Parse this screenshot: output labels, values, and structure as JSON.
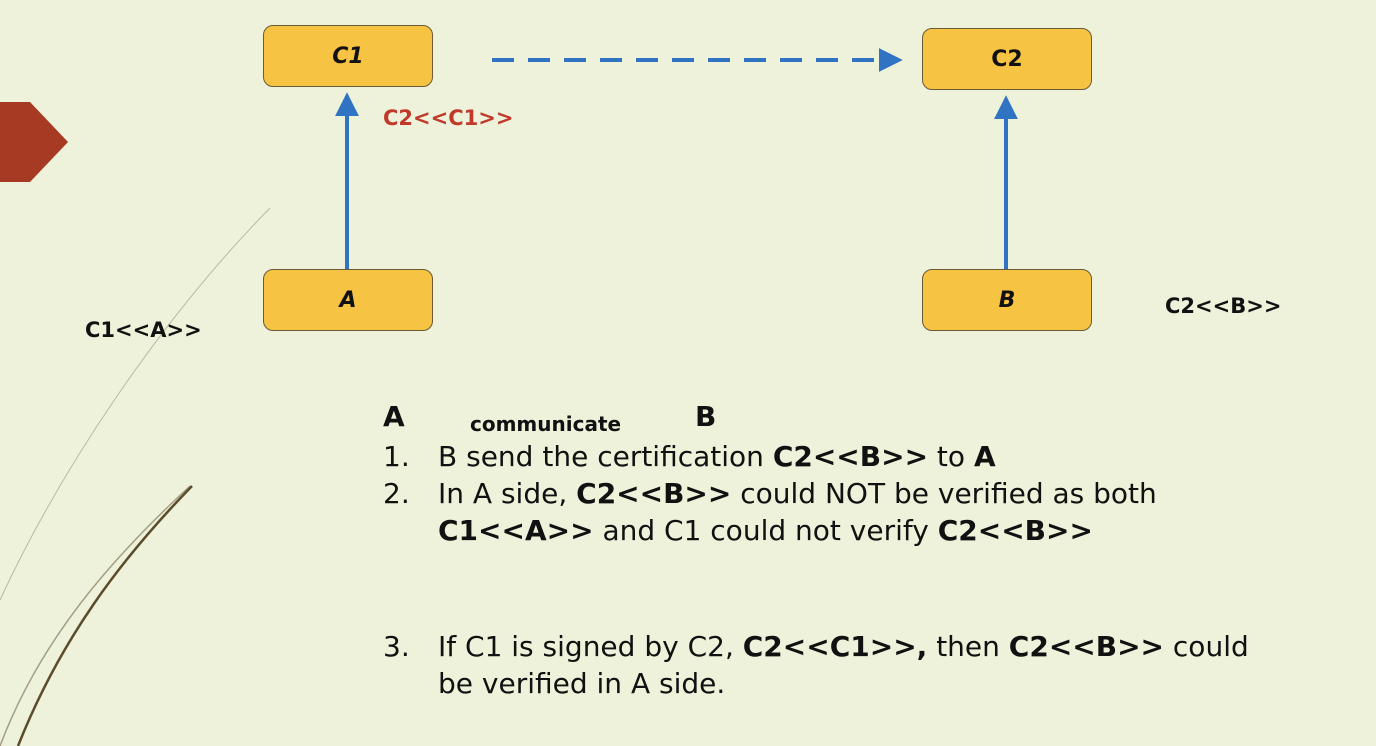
{
  "colors": {
    "background": "#eef2da",
    "node_fill": "#f6c343",
    "node_border": "#6b5a36",
    "arrow": "#2f73c2",
    "accent_label": "#c0392b",
    "tab": "#a63a23",
    "curve": "#5a4c2a"
  },
  "nodes": {
    "c1": "C1",
    "c2": "C2",
    "a": "A",
    "b": "B"
  },
  "labels": {
    "c2_c1": "C2<<C1>>",
    "c1_a": "C1<<A>>",
    "c2_b": "C2<<B>>"
  },
  "heading": {
    "a": "A",
    "word": "communicate",
    "b": "B"
  },
  "items": [
    {
      "num": "1.",
      "parts": [
        {
          "text": "B send the certification ",
          "bold": false
        },
        {
          "text": "C2<<B>>",
          "bold": true
        },
        {
          "text": " to ",
          "bold": false
        },
        {
          "text": "A",
          "bold": true
        }
      ]
    },
    {
      "num": "2.",
      "parts": [
        {
          "text": "In A side, ",
          "bold": false
        },
        {
          "text": "C2<<B>>",
          "bold": true
        },
        {
          "text": " could NOT be verified as both ",
          "bold": false
        },
        {
          "text": "C1<<A>>",
          "bold": true
        },
        {
          "text": " and C1 could not verify ",
          "bold": false
        },
        {
          "text": "C2<<B>>",
          "bold": true
        }
      ]
    },
    {
      "num": "3.",
      "parts": [
        {
          "text": "If C1 is signed by C2, ",
          "bold": false
        },
        {
          "text": "C2<<C1>>,",
          "bold": true
        },
        {
          "text": " then ",
          "bold": false
        },
        {
          "text": "C2<<B>>",
          "bold": true
        },
        {
          "text": " could be verified in A side.",
          "bold": false
        }
      ]
    }
  ]
}
